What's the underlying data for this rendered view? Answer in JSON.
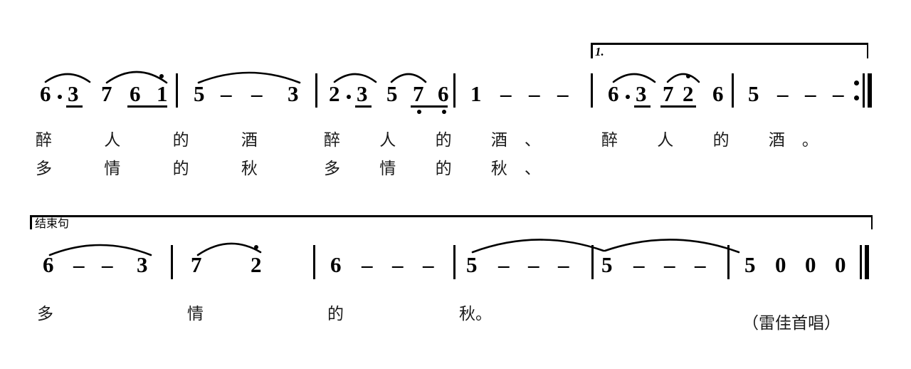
{
  "document": {
    "type": "jianpu-numbered-musical-notation",
    "credit": "（雷佳首唱）"
  },
  "systems": [
    {
      "id": "system-1",
      "brackets": [
        {
          "name": "volta-first-ending",
          "label": "1."
        }
      ],
      "measures": [
        {
          "id": "m1",
          "notes": [
            {
              "num": "6",
              "aug_dot": true
            },
            {
              "num": "3",
              "beam": 1
            },
            {
              "num": "7"
            },
            {
              "num": "6",
              "beam": 1
            },
            {
              "num": "1",
              "octave": "+1",
              "beam": 1
            }
          ]
        },
        {
          "id": "m2",
          "notes": [
            {
              "num": "5"
            },
            {
              "num": "-"
            },
            {
              "num": "-"
            },
            {
              "num": "3"
            }
          ]
        },
        {
          "id": "m3",
          "notes": [
            {
              "num": "2",
              "aug_dot": true
            },
            {
              "num": "3",
              "beam": 1
            },
            {
              "num": "5"
            },
            {
              "num": "7",
              "octave": "-1",
              "beam": 1
            },
            {
              "num": "6",
              "octave": "-1",
              "beam": 1
            }
          ]
        },
        {
          "id": "m4",
          "notes": [
            {
              "num": "1"
            },
            {
              "num": "-"
            },
            {
              "num": "-"
            },
            {
              "num": "-"
            }
          ]
        },
        {
          "id": "m5",
          "notes": [
            {
              "num": "6",
              "aug_dot": true
            },
            {
              "num": "3",
              "beam": 1
            },
            {
              "num": "7",
              "beam": 1
            },
            {
              "num": "2",
              "octave": "+1",
              "beam": 1
            },
            {
              "num": "6"
            }
          ]
        },
        {
          "id": "m6",
          "notes": [
            {
              "num": "5"
            },
            {
              "num": "-"
            },
            {
              "num": "-"
            },
            {
              "num": "-"
            }
          ],
          "end": "repeat"
        }
      ],
      "lyrics": [
        {
          "verse": 1,
          "groups": [
            "醉 人 的 酒",
            "醉 人 的 酒、",
            "醉 人 的 酒。"
          ]
        },
        {
          "verse": 2,
          "groups": [
            "多 情 的 秋",
            "多 情 的 秋、",
            ""
          ]
        }
      ]
    },
    {
      "id": "system-2",
      "brackets": [
        {
          "name": "ending-phrase",
          "label": "结束句"
        }
      ],
      "measures": [
        {
          "id": "m7",
          "notes": [
            {
              "num": "6"
            },
            {
              "num": "-"
            },
            {
              "num": "-"
            },
            {
              "num": "3"
            }
          ]
        },
        {
          "id": "m8",
          "notes": [
            {
              "num": "7"
            },
            {
              "num": "2",
              "octave": "+1"
            }
          ]
        },
        {
          "id": "m9",
          "notes": [
            {
              "num": "6"
            },
            {
              "num": "-"
            },
            {
              "num": "-"
            },
            {
              "num": "-"
            }
          ]
        },
        {
          "id": "m10",
          "notes": [
            {
              "num": "5"
            },
            {
              "num": "-"
            },
            {
              "num": "-"
            },
            {
              "num": "-"
            }
          ]
        },
        {
          "id": "m11",
          "notes": [
            {
              "num": "5"
            },
            {
              "num": "-"
            },
            {
              "num": "-"
            },
            {
              "num": "-"
            }
          ]
        },
        {
          "id": "m12",
          "notes": [
            {
              "num": "5"
            },
            {
              "num": "0"
            },
            {
              "num": "0"
            },
            {
              "num": "0"
            }
          ],
          "end": "final"
        }
      ],
      "lyrics": [
        {
          "verse": 1,
          "groups": [
            "多",
            "情",
            "的",
            "秋。"
          ]
        }
      ]
    }
  ],
  "glyphs": {
    "n1": "1",
    "n2": "2",
    "n3": "3",
    "n5": "5",
    "n6": "6",
    "n7": "7",
    "n0": "0",
    "dash": "–"
  }
}
